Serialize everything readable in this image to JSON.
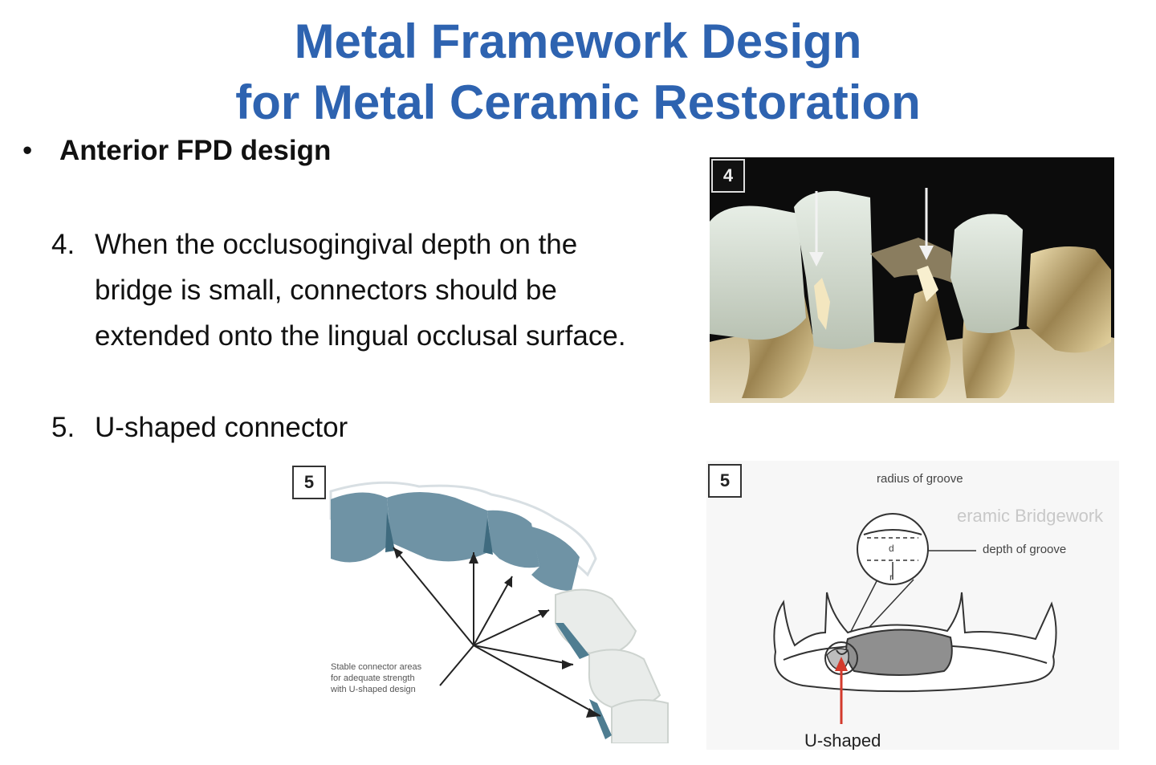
{
  "title": {
    "line1": "Metal Framework Design",
    "line2": "for Metal Ceramic Restoration"
  },
  "bullet": {
    "symbol": "•",
    "text": "Anterior FPD design"
  },
  "items": [
    {
      "num": "4.",
      "lines": [
        "When the occlusogingival depth on the",
        "bridge is small, connectors should be",
        "extended onto the lingual occlusal surface."
      ]
    },
    {
      "num": "5.",
      "lines": [
        "U-shaped connector"
      ]
    }
  ],
  "figures": {
    "photo": {
      "badge": "4"
    },
    "arch": {
      "badge": "5",
      "caption": [
        "Stable connector areas",
        "for adequate strength",
        "with U-shaped design"
      ]
    },
    "diagram": {
      "badge": "5",
      "radius_label": "radius of groove",
      "depth_label": "depth of groove",
      "d_label": "d",
      "r_label": "r",
      "ushape_label": "U-shaped",
      "watermark": "eramic Bridgework"
    }
  },
  "colors": {
    "title": "#2e63b0",
    "text": "#111111",
    "tooth_blue": "#6f93a5",
    "arrow_red": "#d33a2c"
  }
}
